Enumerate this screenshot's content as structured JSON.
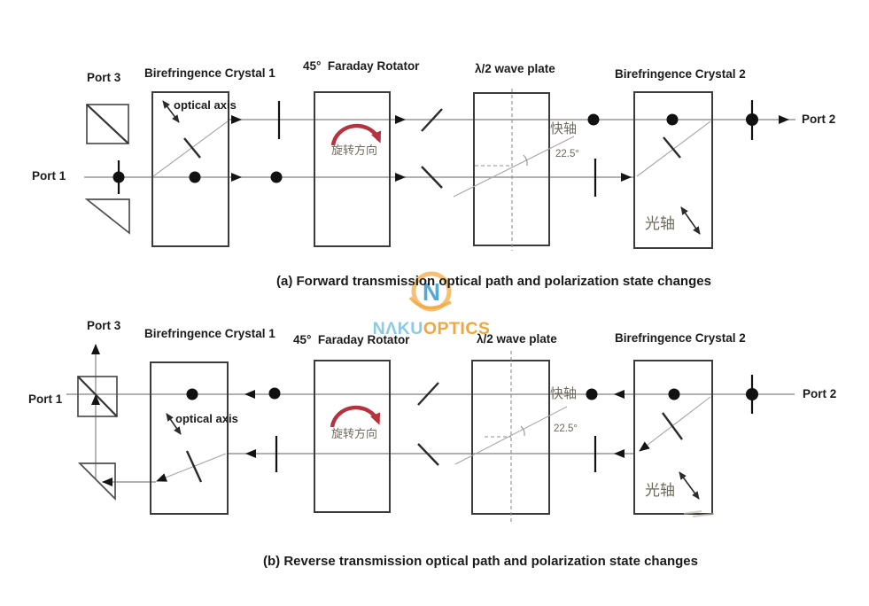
{
  "colors": {
    "accent_red": "#b5333e",
    "line_gray": "#979797",
    "ink": "#1b1b1b",
    "cn_gray": "#6f6a60",
    "logo_blue": "#57a9d4",
    "logo_light_blue": "#8ccae4",
    "logo_orange": "#f3a63d",
    "logo_ring": "#f3bc6b"
  },
  "logo": {
    "monogram": "N",
    "brand_left": "NΛKU",
    "brand_right": "OPTICS"
  },
  "diagram_a": {
    "caption": "(a) Forward transmission optical path and polarization state changes",
    "port1": "Port 1",
    "port2": "Port 2",
    "port3": "Port 3",
    "crystal1": "Birefringence Crystal 1",
    "faraday": "45°  Faraday Rotator",
    "waveplate": "λ/2 wave plate",
    "crystal2": "Birefringence Crystal 2",
    "optical_axis": "optical axis",
    "fast_axis_cn": "快轴",
    "fast_axis_angle": "22.5°",
    "rotation_cn": "旋转方向",
    "optic_axis_cn": "光轴"
  },
  "diagram_b": {
    "caption": "(b) Reverse transmission optical path and polarization state changes",
    "port1": "Port 1",
    "port2": "Port 2",
    "port3": "Port 3",
    "crystal1": "Birefringence Crystal 1",
    "faraday": "45°  Faraday Rotator",
    "waveplate": "λ/2 wave plate",
    "crystal2": "Birefringence Crystal 2",
    "optical_axis": "optical axis",
    "fast_axis_cn": "快轴",
    "fast_axis_angle": "22.5°",
    "rotation_cn": "旋转方向",
    "optic_axis_cn": "光轴"
  }
}
